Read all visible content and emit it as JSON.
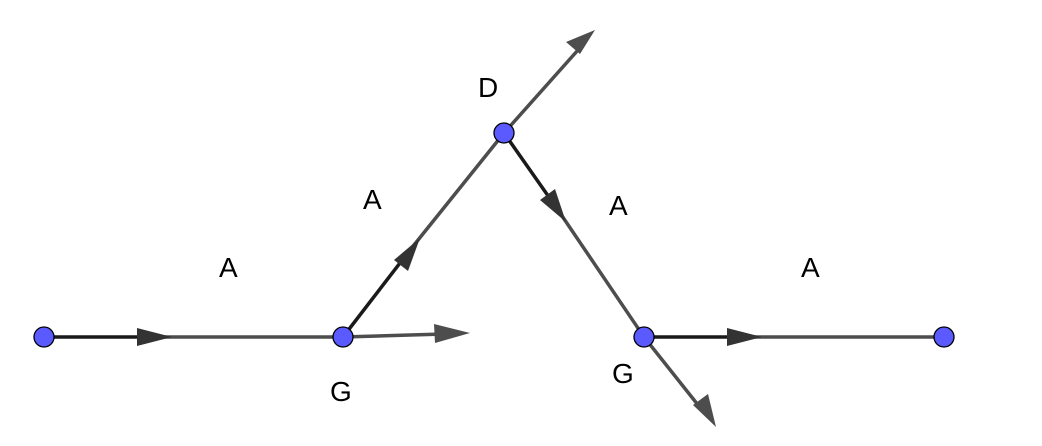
{
  "diagram": {
    "vertex_labels": {
      "g_left": "G",
      "d_top": "D",
      "g_right": "G"
    },
    "edge_labels": {
      "edge_1": "A",
      "edge_2": "A",
      "edge_3": "A",
      "edge_4": "A"
    },
    "colors": {
      "node_fill": "#5a5aff",
      "edge_stroke": "#4d4d4d",
      "edge_stroke_dark": "#1a1a1a"
    }
  }
}
